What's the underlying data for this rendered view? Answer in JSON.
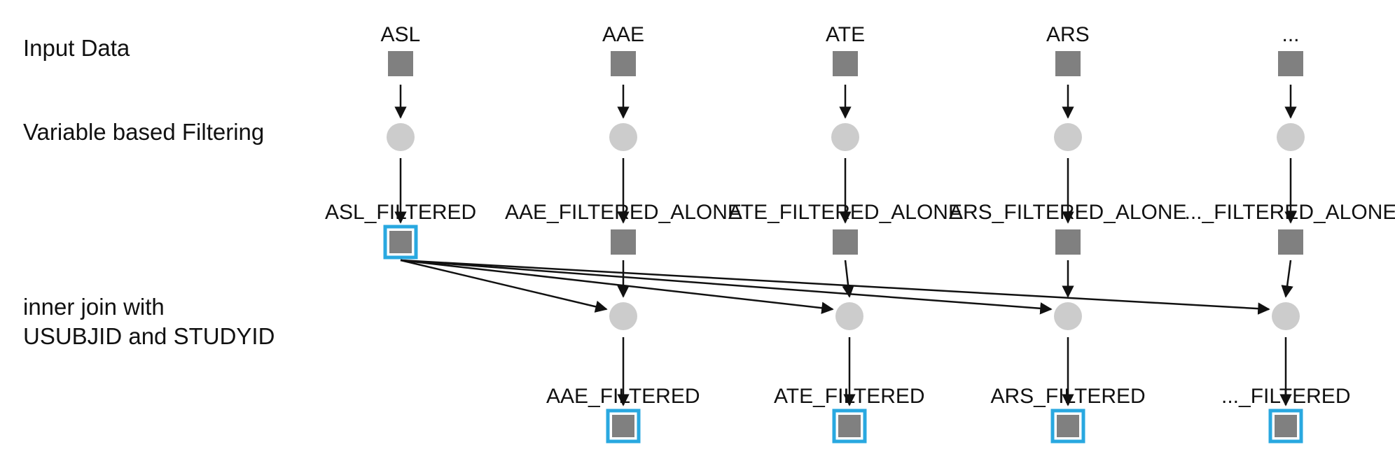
{
  "row_labels": {
    "input": "Input Data",
    "filtering": "Variable based Filtering",
    "join": [
      "inner join with",
      "USUBJID and STUDYID"
    ]
  },
  "columns": [
    {
      "id": "asl",
      "input": "ASL",
      "filtered": "ASL_FILTERED",
      "final": ""
    },
    {
      "id": "aae",
      "input": "AAE",
      "filtered": "AAE_FILTERED_ALONE",
      "final": "AAE_FILTERED"
    },
    {
      "id": "ate",
      "input": "ATE",
      "filtered": "ATE_FILTERED_ALONE",
      "final": "ATE_FILTERED"
    },
    {
      "id": "ars",
      "input": "ARS",
      "filtered": "ARS_FILTERED_ALONE",
      "final": "ARS_FILTERED"
    },
    {
      "id": "other",
      "input": "...",
      "filtered": "..._FILTERED_ALONE",
      "final": "..._FILTERED"
    }
  ],
  "colors": {
    "dataset_fill": "#808080",
    "process_fill": "#cccccc",
    "output_border": "#29a8e0",
    "arrow": "#111111"
  }
}
